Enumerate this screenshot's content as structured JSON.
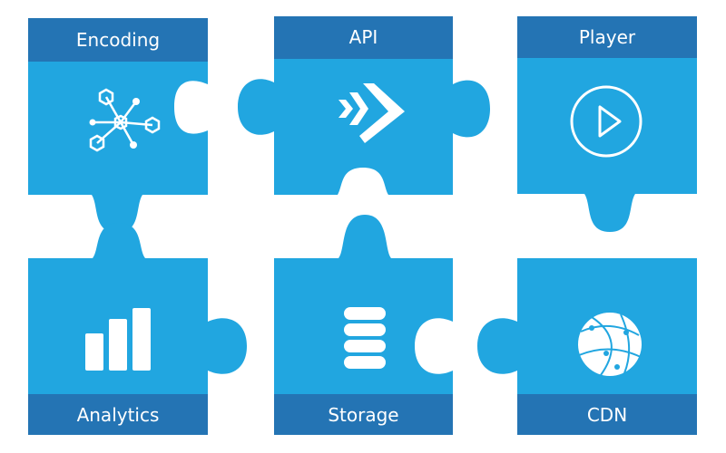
{
  "colors": {
    "piece": "#21a6e0",
    "bar": "#2474b4",
    "icon": "#ffffff",
    "background": "#ffffff"
  },
  "pieces": [
    {
      "id": "encoding",
      "label": "Encoding",
      "icon": "molecule-network-icon"
    },
    {
      "id": "api",
      "label": "API",
      "icon": "forward-chevrons-icon"
    },
    {
      "id": "player",
      "label": "Player",
      "icon": "play-circle-icon"
    },
    {
      "id": "analytics",
      "label": "Analytics",
      "icon": "bar-chart-icon"
    },
    {
      "id": "storage",
      "label": "Storage",
      "icon": "database-stack-icon"
    },
    {
      "id": "cdn",
      "label": "CDN",
      "icon": "globe-network-icon"
    }
  ]
}
